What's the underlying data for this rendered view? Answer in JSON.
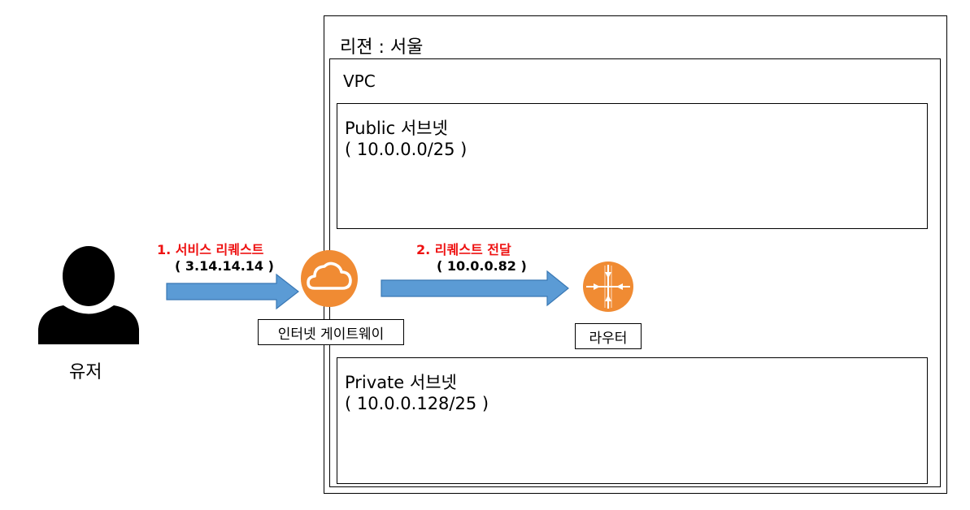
{
  "region": {
    "label": "리젼 : 서울"
  },
  "vpc": {
    "label": "VPC"
  },
  "public_subnet": {
    "name": "Public 서브넷",
    "cidr": "( 10.0.0.0/25 )"
  },
  "private_subnet": {
    "name": "Private 서브넷",
    "cidr": "( 10.0.0.128/25 )"
  },
  "user": {
    "label": "유저",
    "icon": "user-silhouette-icon"
  },
  "step1": {
    "title": "1. 서비스 리퀘스트",
    "ip": "( 3.14.14.14 )"
  },
  "step2": {
    "title": "2. 리퀘스트 전달",
    "ip": "( 10.0.0.82 )"
  },
  "gateway": {
    "label": "인터넷 게이트웨이",
    "icon": "cloud-icon",
    "color": "#f08b33"
  },
  "router": {
    "label": "라우터",
    "icon": "router-icon",
    "color": "#f08b33"
  },
  "colors": {
    "arrow": "#5b9bd5",
    "arrow_stroke": "#3a78b4",
    "step_title": "#ee1111"
  }
}
